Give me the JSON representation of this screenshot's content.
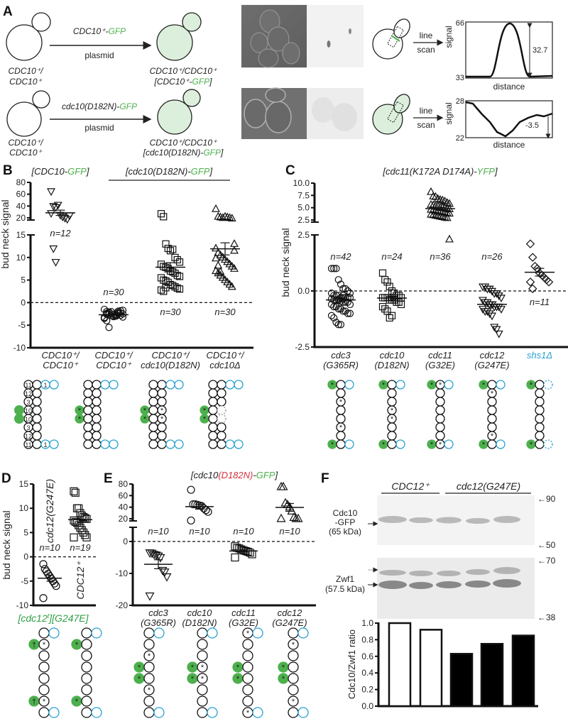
{
  "panel_labels": {
    "A": "A",
    "B": "B",
    "C": "C",
    "D": "D",
    "E": "E",
    "F": "F"
  },
  "colors": {
    "gfp_green": "#4db04d",
    "green_text": "#4db04d",
    "septin_blue": "#2aa2cf",
    "mutation_red": "#d2343e",
    "cell_fill": "#dcefdc"
  },
  "symbols": {
    "asterisk": "*",
    "dagger": "†",
    "arrow": "←"
  },
  "panel_a": {
    "row1": {
      "start_genotype": [
        "CDC10⁺/",
        "CDC10⁺"
      ],
      "plasmid_gene": "CDC10⁺-",
      "plasmid_tag": "GFP",
      "plasmid_label": "plasmid",
      "end_genotype": "CDC10⁺/CDC10⁺",
      "end_plasmid_open": "[CDC10⁺-",
      "end_plasmid_tag": "GFP",
      "end_plasmid_close": "]",
      "line": "line",
      "scan": "scan",
      "ylabel": "signal",
      "ymax": "66",
      "ymin": "33",
      "delta": "32.7",
      "xlabel": "distance"
    },
    "row2": {
      "start_genotype": [
        "CDC10⁺/",
        "CDC10⁺"
      ],
      "plasmid_gene": "cdc10(D182N)-",
      "plasmid_tag": "GFP",
      "plasmid_label": "plasmid",
      "end_genotype": "CDC10⁺/CDC10⁺",
      "end_plasmid_open": "[cdc10(D182N)-",
      "end_plasmid_tag": "GFP",
      "end_plasmid_close": "]",
      "line": "line",
      "scan": "scan",
      "ylabel": "signal",
      "ymax": "28",
      "ymin": "22",
      "delta": "-3.5",
      "xlabel": "distance"
    }
  },
  "cartoon_labels": {
    "rod": [
      "11",
      "12",
      "3",
      "10",
      "10",
      "3",
      "12",
      "11"
    ],
    "shs1": "1"
  },
  "chart_data": [
    {
      "panel": "B",
      "type": "scatter",
      "title_left": {
        "open": "[CDC10-",
        "tag": "GFP",
        "close": "]"
      },
      "title_right": {
        "open": "[cdc10(D182N)-",
        "tag": "GFP",
        "close": "]"
      },
      "ylabel": "bud neck signal",
      "yticks_lower": [
        "-10",
        "-5",
        "0",
        "5",
        "10",
        "15"
      ],
      "yticks_upper": [
        "20",
        "40",
        "60",
        "80"
      ],
      "ylim_lower": [
        -10,
        15
      ],
      "ylim_upper": [
        20,
        80
      ],
      "axis_break": true,
      "reference_line": 0,
      "categories": [
        [
          "CDC10⁺/",
          "CDC10⁺"
        ],
        [
          "CDC10⁺/",
          "CDC10⁺"
        ],
        [
          "CDC10⁺/",
          "cdc10(D182N)"
        ],
        [
          "CDC10⁺/",
          "cdc10Δ"
        ]
      ],
      "n_labels": [
        "n=12",
        "n=30",
        "n=30",
        "n=30"
      ],
      "markers": [
        "triangle-down",
        "circle",
        "square",
        "triangle-up"
      ],
      "series": [
        {
          "values": [
            65,
            40,
            38,
            42,
            25,
            22,
            20,
            18,
            24,
            28,
            12,
            9
          ]
        },
        {
          "values": [
            -1.5,
            -2,
            -2.2,
            -2.5,
            -3,
            -2.8,
            -2.4,
            -1.8,
            -3.2,
            -3.5,
            -2.6,
            -2.1,
            -2.9,
            -3.1,
            -2.7,
            -1.9,
            -2.3,
            -2.5,
            -3.4,
            -4,
            -5.5,
            -2,
            -2.6,
            -3,
            -2.2,
            -2.8,
            -1.7,
            -3.3,
            -2.4,
            -2.6
          ]
        },
        {
          "values": [
            27,
            22,
            13,
            12,
            11.5,
            11.8,
            10,
            9.5,
            9,
            8.5,
            8,
            7.8,
            7.5,
            7,
            6.8,
            6.5,
            6,
            5.8,
            5.5,
            5,
            4.8,
            4.5,
            4,
            3.8,
            3.5,
            3.2,
            3,
            2.8,
            2.5,
            3.3
          ]
        },
        {
          "values": [
            35,
            22,
            21,
            20,
            22,
            21,
            20,
            19,
            13,
            12,
            11,
            10.5,
            10,
            9.5,
            9,
            8.5,
            8,
            7.5,
            7,
            6.5,
            6,
            5.5,
            5,
            4.5,
            4,
            3.5,
            11.5,
            9.8,
            8.2,
            6.8
          ]
        }
      ]
    },
    {
      "panel": "C",
      "type": "scatter",
      "title": {
        "open": "[cdc11(K172A D174A)-",
        "tag": "YFP",
        "close": "]"
      },
      "ylabel": "bud neck signal",
      "yticks_lower": [
        "-2.5",
        "0.0",
        "2.5"
      ],
      "yticks_upper": [
        "2.5",
        "5.0",
        "7.5",
        "10.0"
      ],
      "ylim_lower": [
        -2.5,
        2.5
      ],
      "ylim_upper": [
        2.5,
        10
      ],
      "axis_break": true,
      "reference_line": 0,
      "categories": [
        [
          "cdc3",
          "(G365R)"
        ],
        [
          "cdc10",
          "(D182N)"
        ],
        [
          "cdc11",
          "(G32E)"
        ],
        [
          "cdc12",
          "(G247E)"
        ],
        [
          "shs1Δ",
          ""
        ]
      ],
      "n_labels": [
        "n=42",
        "n=24",
        "n=36",
        "n=26",
        "n=11"
      ],
      "markers": [
        "circle",
        "square",
        "triangle-up",
        "triangle-down",
        "diamond"
      ],
      "series": [
        {
          "values": [
            1.0,
            1.0,
            1.0,
            0.5,
            0.3,
            0.1,
            0.1,
            0.0,
            -0.1,
            -0.1,
            -0.2,
            -0.2,
            -0.2,
            -0.3,
            -0.3,
            -0.3,
            -0.3,
            -0.3,
            -0.35,
            -0.4,
            -0.4,
            -0.4,
            -0.45,
            -0.5,
            -0.5,
            -0.5,
            -0.6,
            -0.6,
            -0.7,
            -0.7,
            -0.8,
            -0.8,
            -0.9,
            -0.9,
            -1.0,
            -1.0,
            -1.1,
            -1.2,
            -1.4,
            -1.5,
            -1.5,
            -0.2
          ]
        },
        {
          "values": [
            0.8,
            0.5,
            0.4,
            0.2,
            0.0,
            -0.1,
            -0.2,
            -0.2,
            -0.3,
            -0.3,
            -0.3,
            -0.3,
            -0.4,
            -0.4,
            -0.4,
            -0.5,
            -0.5,
            -0.6,
            -0.7,
            -0.8,
            -0.9,
            -1.2,
            -1.1,
            -0.3
          ]
        },
        {
          "values": [
            8.2,
            7.3,
            7.2,
            6.8,
            6.6,
            6.5,
            6.3,
            6.0,
            5.8,
            5.6,
            5.5,
            5.3,
            5.2,
            5.0,
            5.0,
            4.9,
            4.8,
            4.7,
            4.6,
            4.5,
            4.4,
            4.3,
            4.2,
            4.1,
            4.0,
            3.9,
            3.8,
            3.6,
            3.5,
            3.4,
            3.3,
            3.2,
            3.1,
            3.0,
            2.9,
            2.3
          ]
        },
        {
          "values": [
            0.2,
            0.2,
            0.1,
            0.1,
            0.0,
            -0.1,
            -0.1,
            -0.2,
            -0.3,
            -0.4,
            -0.5,
            -0.5,
            -0.6,
            -0.6,
            -0.7,
            -0.7,
            -0.7,
            -0.8,
            -0.8,
            -0.9,
            -0.9,
            -1.0,
            -1.1,
            -1.6,
            -1.7,
            -1.9
          ]
        },
        {
          "values": [
            2.1,
            1.5,
            1.1,
            1.0,
            0.8,
            0.7,
            0.6,
            0.5,
            0.4,
            0.4,
            0.1
          ]
        }
      ]
    },
    {
      "panel": "D",
      "type": "scatter",
      "ylabel": "bud neck signal",
      "yticks": [
        "-10",
        "-5",
        "0",
        "5",
        "10",
        "15"
      ],
      "ylim": [
        -10,
        15
      ],
      "reference_line": 0,
      "categories": [
        "cdc12(G247E)",
        "CDC12⁺"
      ],
      "n_labels": [
        "n=10",
        "n=19"
      ],
      "markers": [
        "circle",
        "square"
      ],
      "bottom_labels": {
        "left_open": "[cdc12",
        "left_sup": "t",
        "left_close": "]",
        "right": "[G247E]"
      },
      "series": [
        {
          "values": [
            -1.5,
            -2.5,
            -3,
            -3.5,
            -4,
            -4.5,
            -5,
            -5.5,
            -6,
            -8.5
          ]
        },
        {
          "values": [
            13.5,
            13.2,
            10,
            10,
            9,
            8.5,
            8.2,
            8,
            7.8,
            7.5,
            7.2,
            7,
            6.5,
            6,
            5.5,
            5,
            4.5,
            4,
            4
          ]
        }
      ]
    },
    {
      "panel": "E",
      "type": "scatter",
      "title": {
        "open": "[cdc10",
        "mutation": "(D182N)",
        "dash": "-",
        "tag": "GFP",
        "close": "]"
      },
      "yticks_lower": [
        "-20",
        "-10",
        "0"
      ],
      "yticks_upper": [
        "20",
        "40",
        "60",
        "80"
      ],
      "ylim_lower": [
        -20,
        4
      ],
      "ylim_upper": [
        20,
        80
      ],
      "axis_break": true,
      "reference_line": 0,
      "categories": [
        [
          "cdc3",
          "(G365R)"
        ],
        [
          "cdc10",
          "(D182N)"
        ],
        [
          "cdc11",
          "(G32E)"
        ],
        [
          "cdc12",
          "(G247E)"
        ]
      ],
      "n_labels": [
        "n=10",
        "n=10",
        "n=10",
        "n=10"
      ],
      "markers": [
        "triangle-down",
        "circle",
        "square",
        "triangle-up"
      ],
      "series": [
        {
          "values": [
            -3.5,
            -3.6,
            -4,
            -4.2,
            -4.5,
            -5,
            -9,
            -9.5,
            -11,
            -17
          ]
        },
        {
          "values": [
            70,
            45,
            45,
            44,
            43,
            42,
            38,
            35,
            32,
            15
          ]
        },
        {
          "values": [
            -1.5,
            -2,
            -2.2,
            -2.5,
            -2.8,
            -3,
            -3.2,
            -3.5,
            -4,
            -5
          ]
        },
        {
          "values": [
            75,
            75,
            47,
            44,
            40,
            33,
            22,
            20,
            20,
            20
          ]
        }
      ]
    },
    {
      "panel": "F",
      "type": "bar",
      "group_labels": [
        "CDC12⁺",
        "cdc12(G247E)"
      ],
      "categories": [
        "CDC12⁺",
        "CDC12⁺",
        "cdc12(G247E)",
        "cdc12(G247E)",
        "cdc12(G247E)"
      ],
      "values": [
        1.0,
        0.92,
        0.63,
        0.75,
        0.85
      ],
      "fills": [
        "#ffffff",
        "#ffffff",
        "#000000",
        "#000000",
        "#000000"
      ],
      "ylabel": "Cdc10/Zwf1 ratio",
      "yticks": [
        "0.0",
        "0.2",
        "0.4",
        "0.6",
        "0.8",
        "1.0"
      ],
      "ylim": [
        0,
        1
      ],
      "blot": {
        "band1": [
          "Cdc10",
          "-GFP",
          "(65 kDa)"
        ],
        "band2": [
          "Zwf1",
          "(57.5 kDa)"
        ],
        "markers_top": [
          "90",
          "50"
        ],
        "markers_bottom": [
          "70",
          "38"
        ]
      }
    }
  ]
}
